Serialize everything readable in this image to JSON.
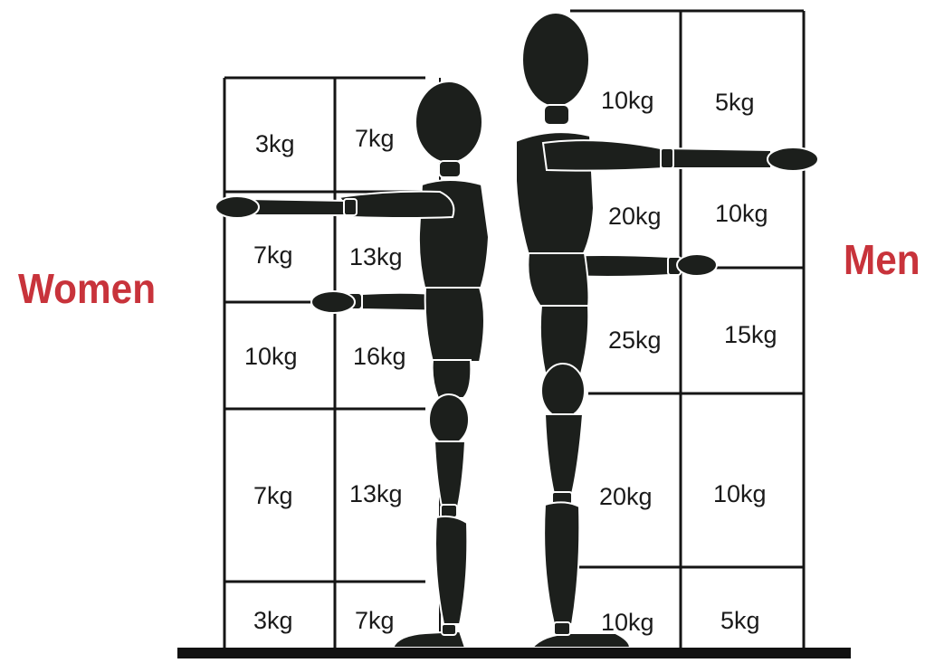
{
  "labels": {
    "women": "Women",
    "men": "Men"
  },
  "colors": {
    "label": "#c8333b",
    "figure": "#1c1f1c",
    "grid": "#151515"
  },
  "women": {
    "cells": [
      [
        "3kg",
        "7kg"
      ],
      [
        "7kg",
        "13kg"
      ],
      [
        "10kg",
        "16kg"
      ],
      [
        "7kg",
        "13kg"
      ],
      [
        "3kg",
        "7kg"
      ]
    ]
  },
  "men": {
    "cells": [
      [
        "10kg",
        "5kg"
      ],
      [
        "20kg",
        "10kg"
      ],
      [
        "25kg",
        "15kg"
      ],
      [
        "20kg",
        "10kg"
      ],
      [
        "10kg",
        "5kg"
      ]
    ]
  },
  "icons": [
    "woman-figure-icon",
    "man-figure-icon"
  ]
}
